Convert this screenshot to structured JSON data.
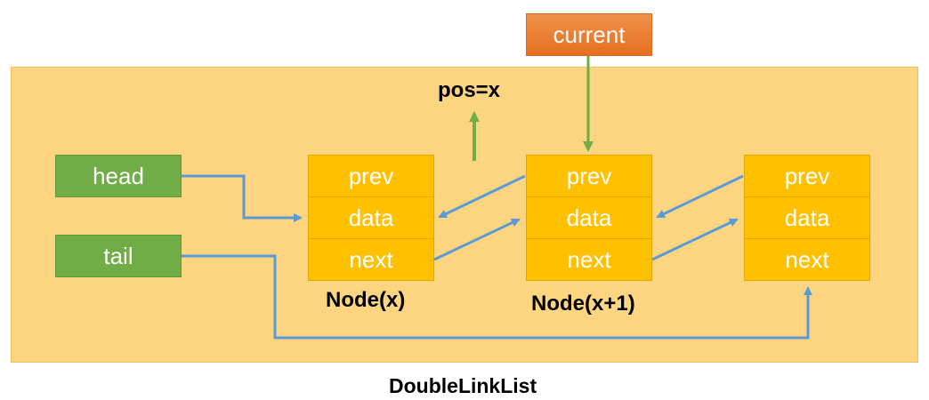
{
  "current": "current",
  "pos_label": "pos=x",
  "head": "head",
  "tail": "tail",
  "nodes": [
    {
      "fields": [
        "prev",
        "data",
        "next"
      ],
      "label": "Node(x)"
    },
    {
      "fields": [
        "prev",
        "data",
        "next"
      ],
      "label": "Node(x+1)"
    },
    {
      "fields": [
        "prev",
        "data",
        "next"
      ],
      "label": ""
    }
  ],
  "caption": "DoubleLinkList",
  "colors": {
    "background": "#fdd581",
    "node": "#ffc000",
    "pointer": "#70ad47",
    "current": "#ed7d31",
    "link_arrow": "#5b9bd5",
    "move_arrow": "#70ad47"
  }
}
